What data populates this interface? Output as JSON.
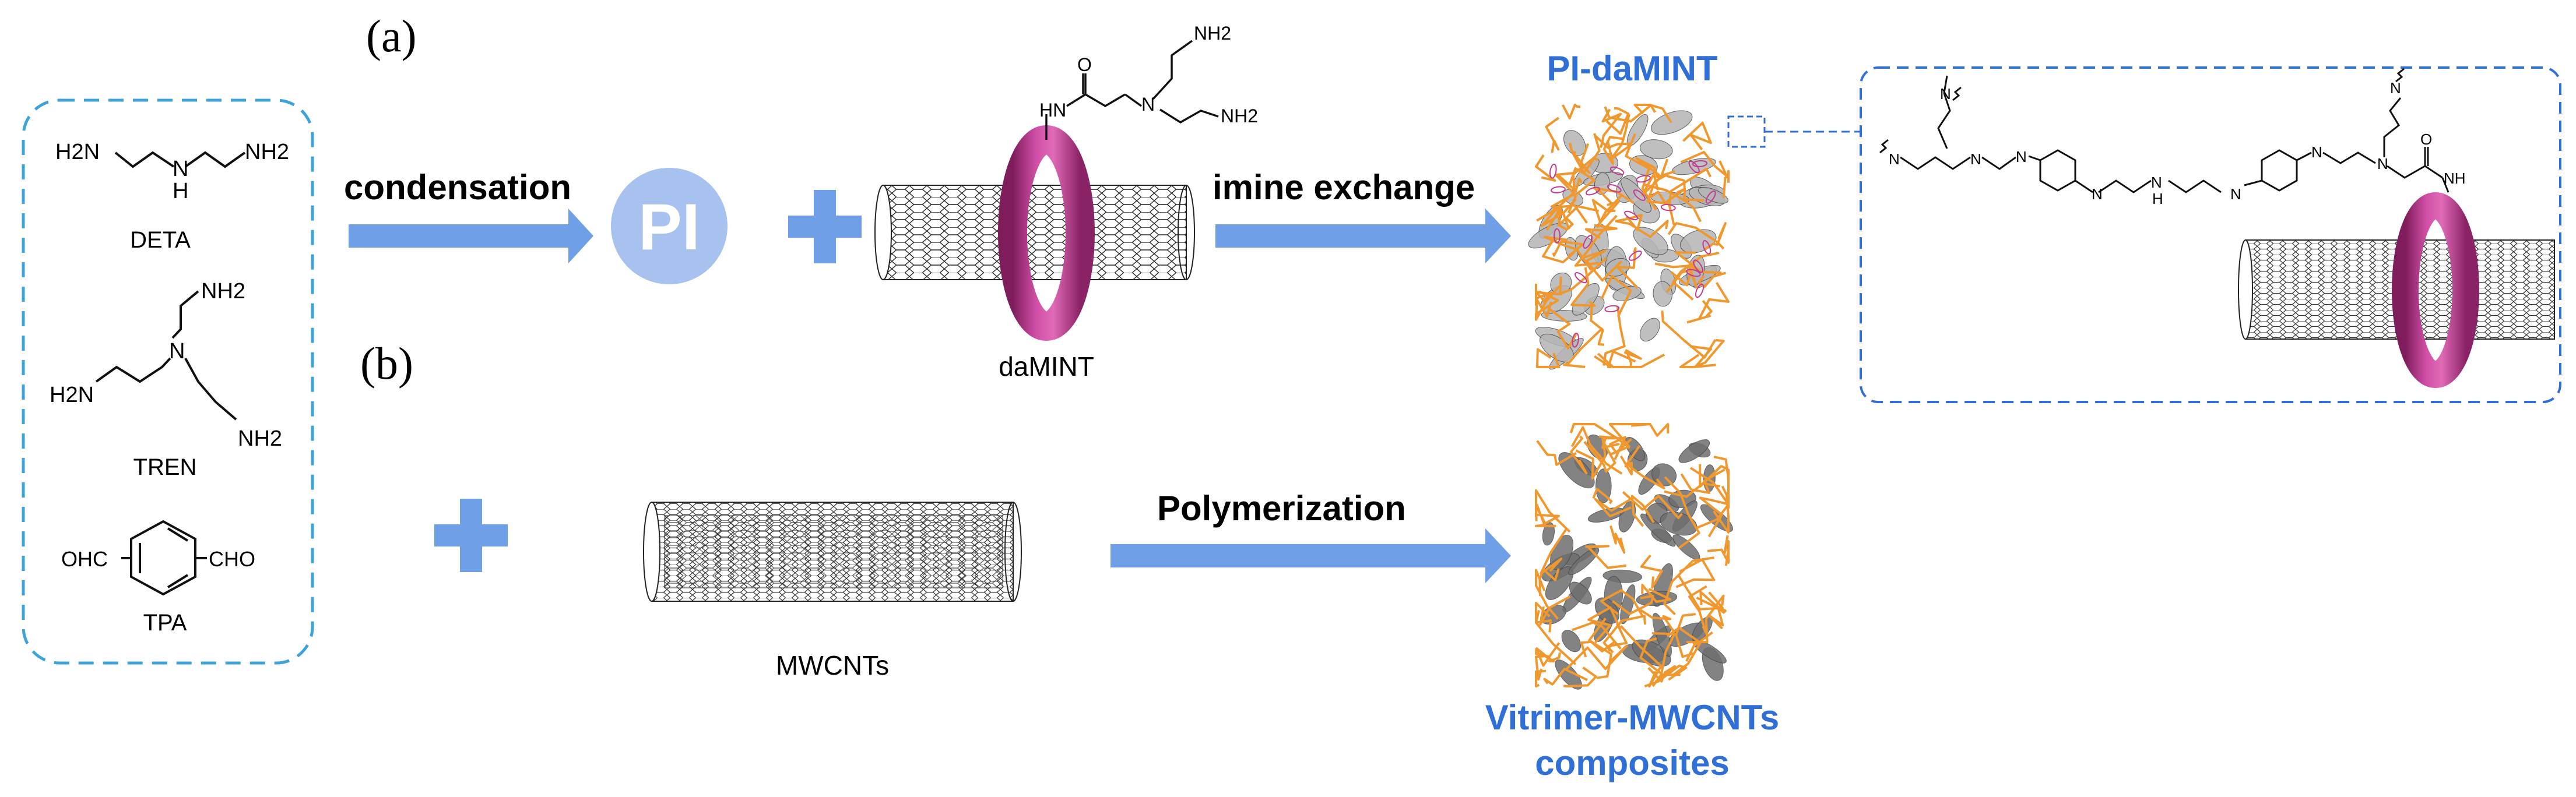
{
  "panels": {
    "a": "(a)",
    "b": "(b)"
  },
  "reagents": {
    "deta": {
      "name": "DETA",
      "nh2_left": "H2N",
      "nh": "N",
      "h": "H",
      "nh2_right": "NH2"
    },
    "tren": {
      "name": "TREN",
      "nh2_top": "NH2",
      "nh2_left": "H2N",
      "n": "N",
      "nh2_bottom": "NH2"
    },
    "tpa": {
      "name": "TPA",
      "ohc": "OHC",
      "cho": "CHO"
    }
  },
  "steps": {
    "condensation": "condensation",
    "pi": "PI",
    "imine_exchange": "imine exchange",
    "polymerization": "Polymerization"
  },
  "compounds": {
    "damint": {
      "name": "daMINT",
      "hn": "HN",
      "o": "O",
      "n": "N",
      "nh2_a": "NH2",
      "nh2_b": "NH2"
    },
    "mwcnts": "MWCNTs"
  },
  "products": {
    "pi_damint": "PI-daMINT",
    "vitrimer_line1": "Vitrimer-MWCNTs",
    "vitrimer_line2": "composites"
  },
  "inset": {
    "n": "N",
    "h": "H",
    "nh": "NH",
    "o": "O"
  },
  "colors": {
    "arrow": "#6f9fe6",
    "pi_circle": "#a7c2ee",
    "ring": "#c23a92",
    "polymer": "#f0972e",
    "title_blue": "#2f6fd6",
    "box_border": "#3ea3d8",
    "inset_border": "#2f6fd6"
  }
}
